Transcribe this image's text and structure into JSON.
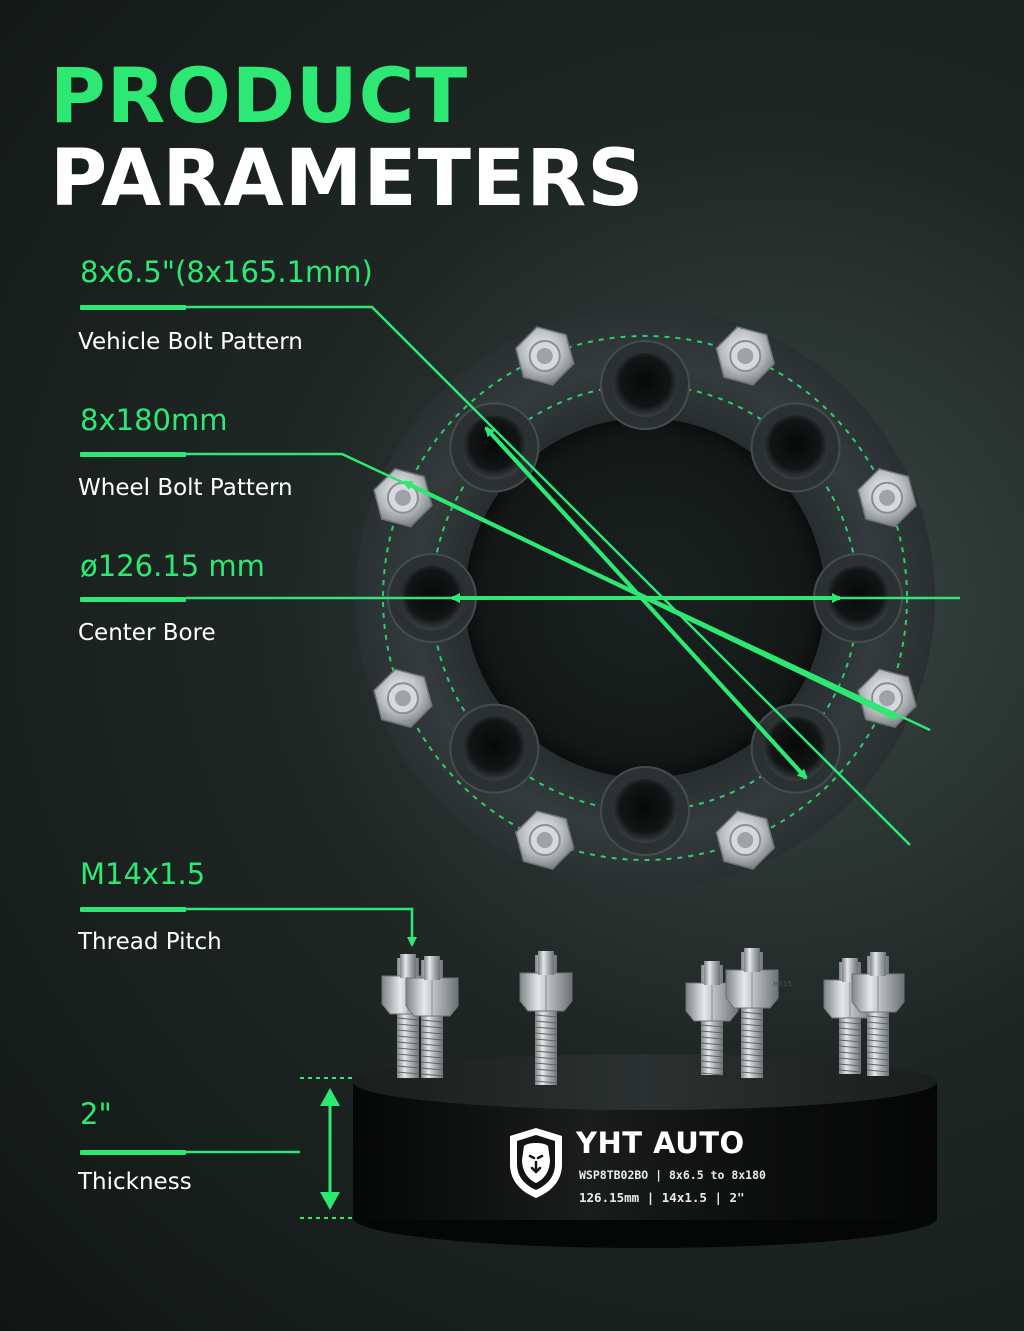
{
  "colors": {
    "accent": "#2ee874",
    "text": "#ffffff",
    "spacer_body": "#0f1211",
    "spacer_face": "#2e3533",
    "stud_silver": "#c9ccce"
  },
  "header": {
    "line1": "PRODUCT",
    "line2": "PARAMETERS"
  },
  "specs": [
    {
      "value": "8x6.5\"(8x165.1mm)",
      "label": "Vehicle Bolt Pattern"
    },
    {
      "value": "8x180mm",
      "label": "Wheel Bolt Pattern"
    },
    {
      "value": "ø126.15 mm",
      "label": "Center Bore"
    },
    {
      "value": "M14x1.5",
      "label": "Thread Pitch"
    },
    {
      "value": "2\"",
      "label": "Thickness"
    }
  ],
  "product": {
    "brand": "YHT AUTO",
    "logo_icon": "lion-head-shield-icon",
    "spec_line1": "WSP8TB02BO | 8x6.5 to 8x180",
    "spec_line2": "126.15mm | 14x1.5 | 2\"",
    "nut_marking": "HX15"
  }
}
